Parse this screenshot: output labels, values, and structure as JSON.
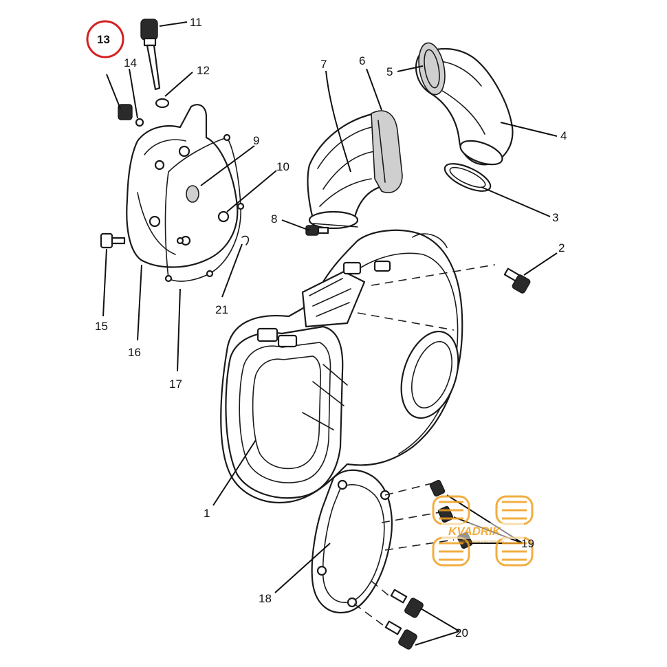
{
  "callouts": [
    {
      "id": "1",
      "label": "1"
    },
    {
      "id": "2",
      "label": "2"
    },
    {
      "id": "3",
      "label": "3"
    },
    {
      "id": "4",
      "label": "4"
    },
    {
      "id": "5",
      "label": "5"
    },
    {
      "id": "6",
      "label": "6"
    },
    {
      "id": "7",
      "label": "7"
    },
    {
      "id": "8",
      "label": "8"
    },
    {
      "id": "9",
      "label": "9"
    },
    {
      "id": "10",
      "label": "10"
    },
    {
      "id": "11",
      "label": "11"
    },
    {
      "id": "12",
      "label": "12"
    },
    {
      "id": "13",
      "label": "13"
    },
    {
      "id": "14",
      "label": "14"
    },
    {
      "id": "15",
      "label": "15"
    },
    {
      "id": "16",
      "label": "16"
    },
    {
      "id": "17",
      "label": "17"
    },
    {
      "id": "18",
      "label": "18"
    },
    {
      "id": "19",
      "label": "19"
    },
    {
      "id": "20",
      "label": "20"
    },
    {
      "id": "21",
      "label": "21"
    }
  ],
  "highlight": {
    "label": "13",
    "color": "#d42020"
  },
  "watermark": {
    "brand": "KVADRIK",
    "tagline": "квадроциклы и мототехника",
    "color": "#f0a020"
  }
}
